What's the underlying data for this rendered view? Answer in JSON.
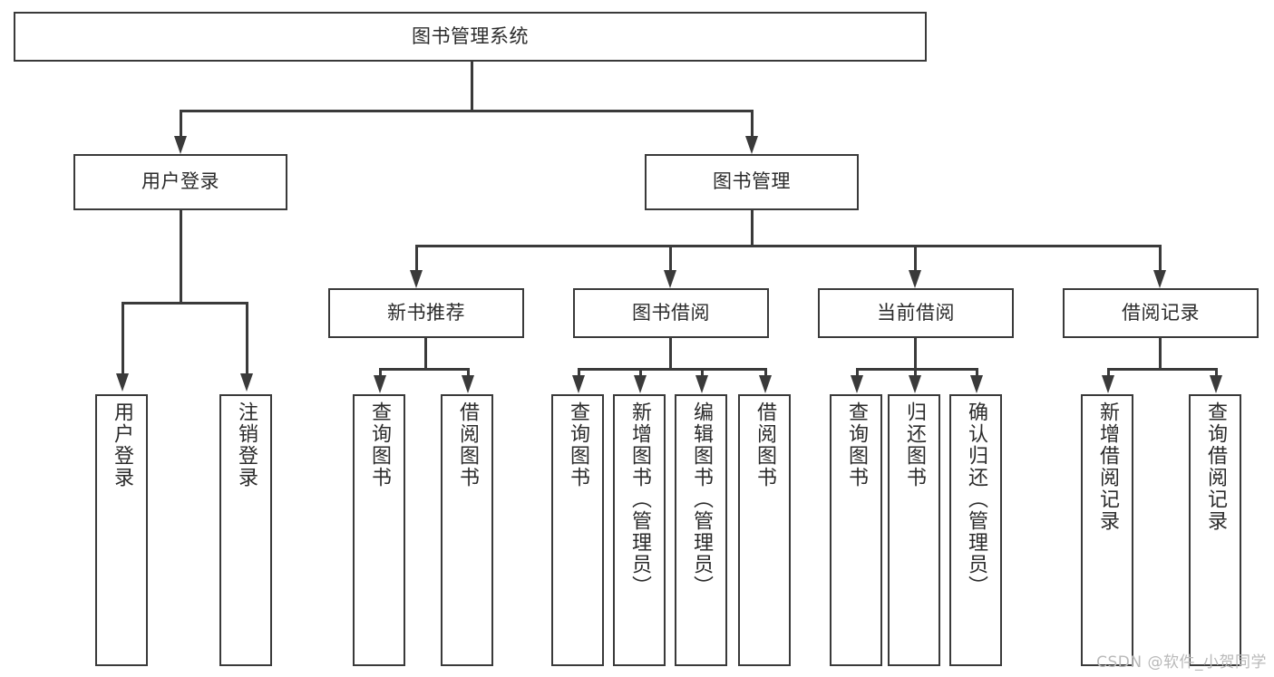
{
  "diagram": {
    "title": "图书管理系统",
    "type": "hierarchy-tree",
    "root": {
      "label": "图书管理系统"
    },
    "level2": [
      {
        "label": "用户登录"
      },
      {
        "label": "图书管理"
      }
    ],
    "level3": [
      {
        "label": "新书推荐"
      },
      {
        "label": "图书借阅"
      },
      {
        "label": "当前借阅"
      },
      {
        "label": "借阅记录"
      }
    ],
    "leaves": {
      "user_login": [
        {
          "label": "用户登录"
        },
        {
          "label": "注销登录"
        }
      ],
      "new_book_recommend": [
        {
          "label": "查询图书"
        },
        {
          "label": "借阅图书"
        }
      ],
      "book_borrow": [
        {
          "label": "查询图书"
        },
        {
          "label": "新增图书（管理员）"
        },
        {
          "label": "编辑图书（管理员）"
        },
        {
          "label": "借阅图书"
        }
      ],
      "current_borrow": [
        {
          "label": "查询图书"
        },
        {
          "label": "归还图书"
        },
        {
          "label": "确认归还（管理员）"
        }
      ],
      "borrow_records": [
        {
          "label": "新增借阅记录"
        },
        {
          "label": "查询借阅记录"
        }
      ]
    }
  },
  "watermark": {
    "text": "CSDN @软件_小贺同学"
  },
  "colors": {
    "stroke": "#3a3a3a",
    "fill": "#ffffff",
    "text": "#2b2b2b",
    "watermark": "#b9b9b9"
  }
}
